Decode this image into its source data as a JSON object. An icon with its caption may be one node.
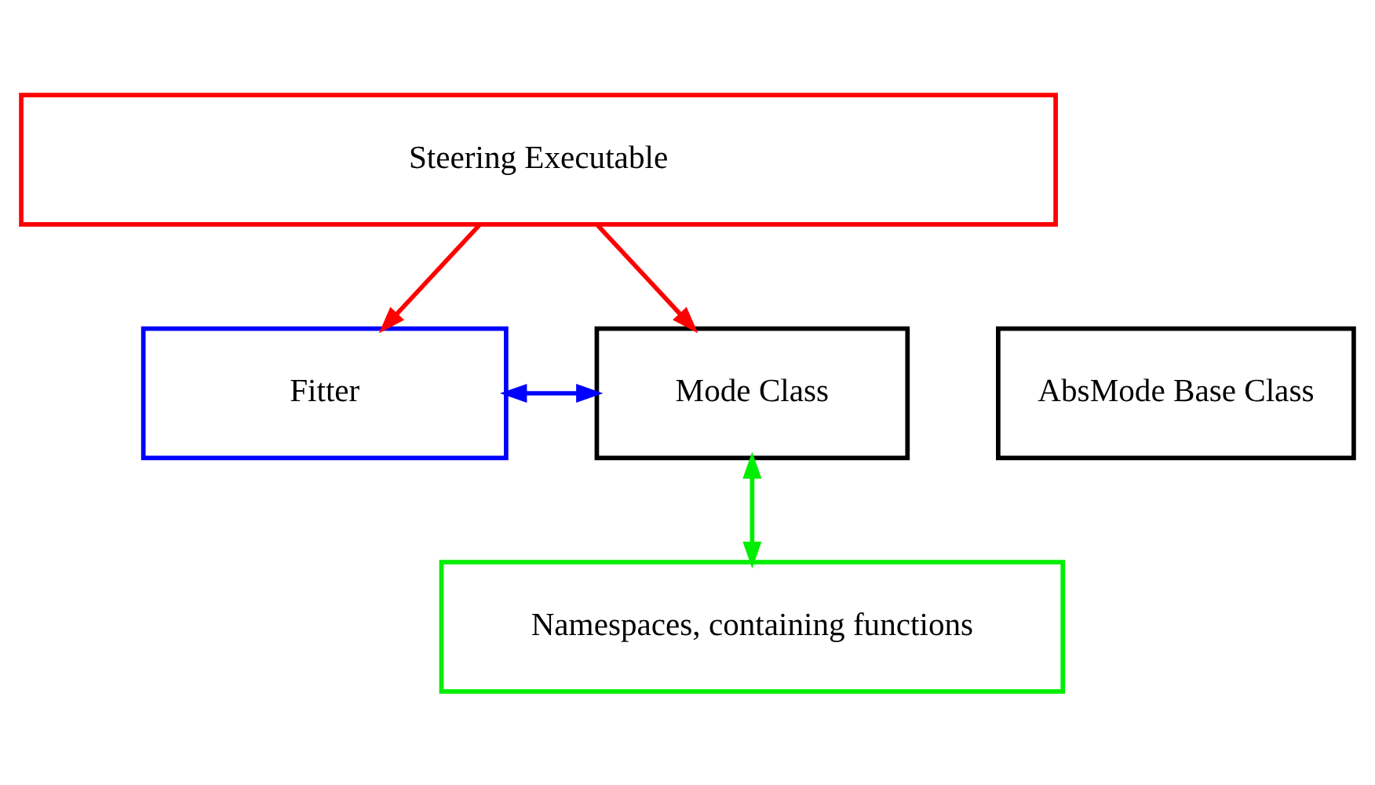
{
  "diagram": {
    "nodes": [
      {
        "text": [
          "Steering Executable"
        ]
      },
      {
        "text": [
          "Fitter"
        ]
      },
      {
        "text": [
          "Mode Class"
        ]
      },
      {
        "text": [
          "AbsMode Base Class"
        ]
      },
      {
        "text": [
          "Namespaces, containing functions"
        ]
      }
    ],
    "edges": [
      {
        "from": 0,
        "to": 1,
        "arrow": "to",
        "color": "#ff0000"
      },
      {
        "from": 0,
        "to": 2,
        "arrow": "to",
        "color": "#ff0000"
      },
      {
        "from": 1,
        "to": 2,
        "arrow": "both",
        "color": "#0000ff"
      },
      {
        "from": 2,
        "to": 4,
        "arrow": "both",
        "color": "#00ee00"
      }
    ]
  }
}
